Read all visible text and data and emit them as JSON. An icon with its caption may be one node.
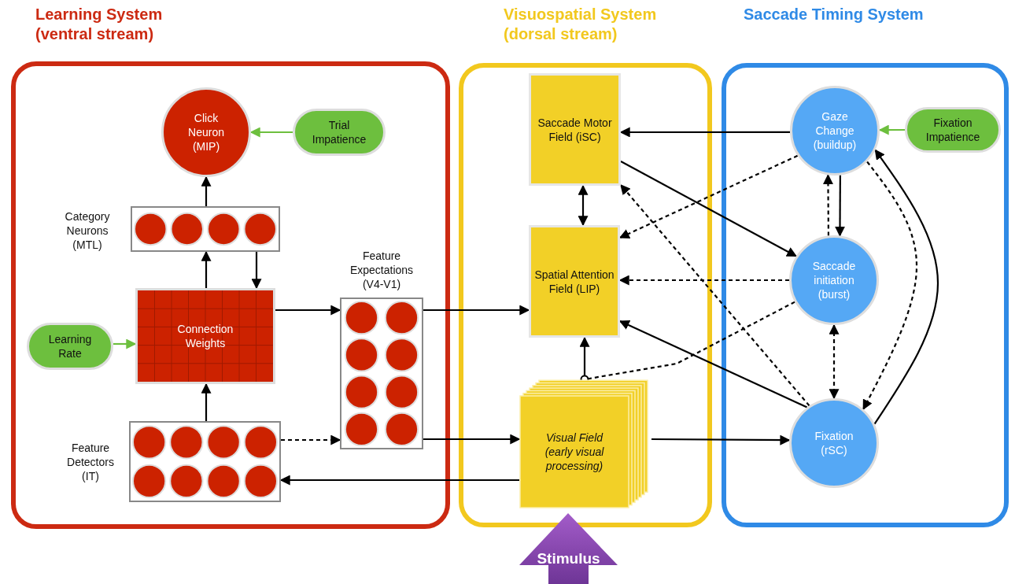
{
  "diagram": {
    "nodes": [
      {
        "text": [
          "Learning System (ventral stream)"
        ]
      },
      {
        "text": [
          "Visuospatial System (dorsal stream)"
        ]
      },
      {
        "text": [
          "Saccade Timing System"
        ]
      },
      {
        "text": [
          "Click Neuron (MIP)"
        ],
        "in": 0
      },
      {
        "text": [
          "Trial Impatience"
        ],
        "in": 0
      },
      {
        "text": [],
        "shape": "box",
        "in": 0,
        "beside": [
          "Category Neurons (MTL)"
        ]
      },
      {
        "text": [
          "Learning Rate"
        ],
        "in": 0
      },
      {
        "text": [
          "Connection Weights"
        ],
        "in": 0
      },
      {
        "text": [],
        "shape": "box",
        "in": 0,
        "beside": [
          "Feature Expectations (V4-V1)"
        ]
      },
      {
        "text": [],
        "shape": "box",
        "in": 0,
        "beside": [
          "Feature Detectors (IT)"
        ]
      },
      {
        "text": [
          "Saccade Motor Field (iSC)"
        ],
        "in": 1
      },
      {
        "text": [
          "Spatial Attention Field (LIP)"
        ],
        "in": 1
      },
      {
        "text": [
          "Visual Field (early visual processing)"
        ],
        "in": 1
      },
      {
        "text": [
          "Gaze Change (buildup)"
        ],
        "in": 2
      },
      {
        "text": [
          "Fixation Impatience"
        ],
        "in": 2
      },
      {
        "text": [
          "Saccade initiation (burst)"
        ],
        "in": 2
      },
      {
        "text": [
          "Fixation (rSC)"
        ],
        "in": 2
      },
      {
        "text": [
          "Stimulus"
        ]
      }
    ],
    "edges": [
      {
        "from": 4,
        "to": 3,
        "arrow": "to",
        "color": "#6dbf3e"
      },
      {
        "from": 5,
        "to": 3,
        "arrow": "to"
      },
      {
        "from": 7,
        "to": 5,
        "arrow": "to"
      },
      {
        "from": 5,
        "to": 7,
        "arrow": "to"
      },
      {
        "from": 6,
        "to": 7,
        "arrow": "to",
        "color": "#6dbf3e"
      },
      {
        "from": 9,
        "to": 7,
        "arrow": "to"
      },
      {
        "from": 7,
        "to": 8,
        "arrow": "to"
      },
      {
        "from": 9,
        "to": 8,
        "arrow": "to",
        "style": "dashed"
      },
      {
        "from": 8,
        "to": 11,
        "arrow": "to"
      },
      {
        "from": 8,
        "to": 12,
        "arrow": "to"
      },
      {
        "from": 12,
        "to": 9,
        "arrow": "to"
      },
      {
        "from": 10,
        "to": 11,
        "arrow": "both"
      },
      {
        "from": 13,
        "to": 10,
        "arrow": "to"
      },
      {
        "from": 10,
        "to": 15,
        "arrow": "to"
      },
      {
        "from": 13,
        "to": 11,
        "arrow": "to",
        "style": "dashed"
      },
      {
        "from": 15,
        "to": 11,
        "arrow": "to",
        "style": "dashed"
      },
      {
        "from": 16,
        "to": 11,
        "arrow": "to"
      },
      {
        "from": 16,
        "to": 10,
        "arrow": "to",
        "style": "dashed"
      },
      {
        "from": 12,
        "to": 11,
        "arrow": "to"
      },
      {
        "from": 15,
        "to": 12,
        "arrow": "other",
        "style": "dashed"
      },
      {
        "from": 12,
        "to": 16,
        "arrow": "to"
      },
      {
        "from": 15,
        "to": 13,
        "arrow": "to",
        "style": "dashed"
      },
      {
        "from": 13,
        "to": 15,
        "arrow": "to"
      },
      {
        "from": 15,
        "to": 16,
        "arrow": "both",
        "style": "dashed"
      },
      {
        "from": 13,
        "to": 16,
        "arrow": "to",
        "style": "dashed"
      },
      {
        "from": 16,
        "to": 13,
        "arrow": "to"
      },
      {
        "from": 14,
        "to": 13,
        "arrow": "to",
        "color": "#6dbf3e"
      }
    ]
  }
}
